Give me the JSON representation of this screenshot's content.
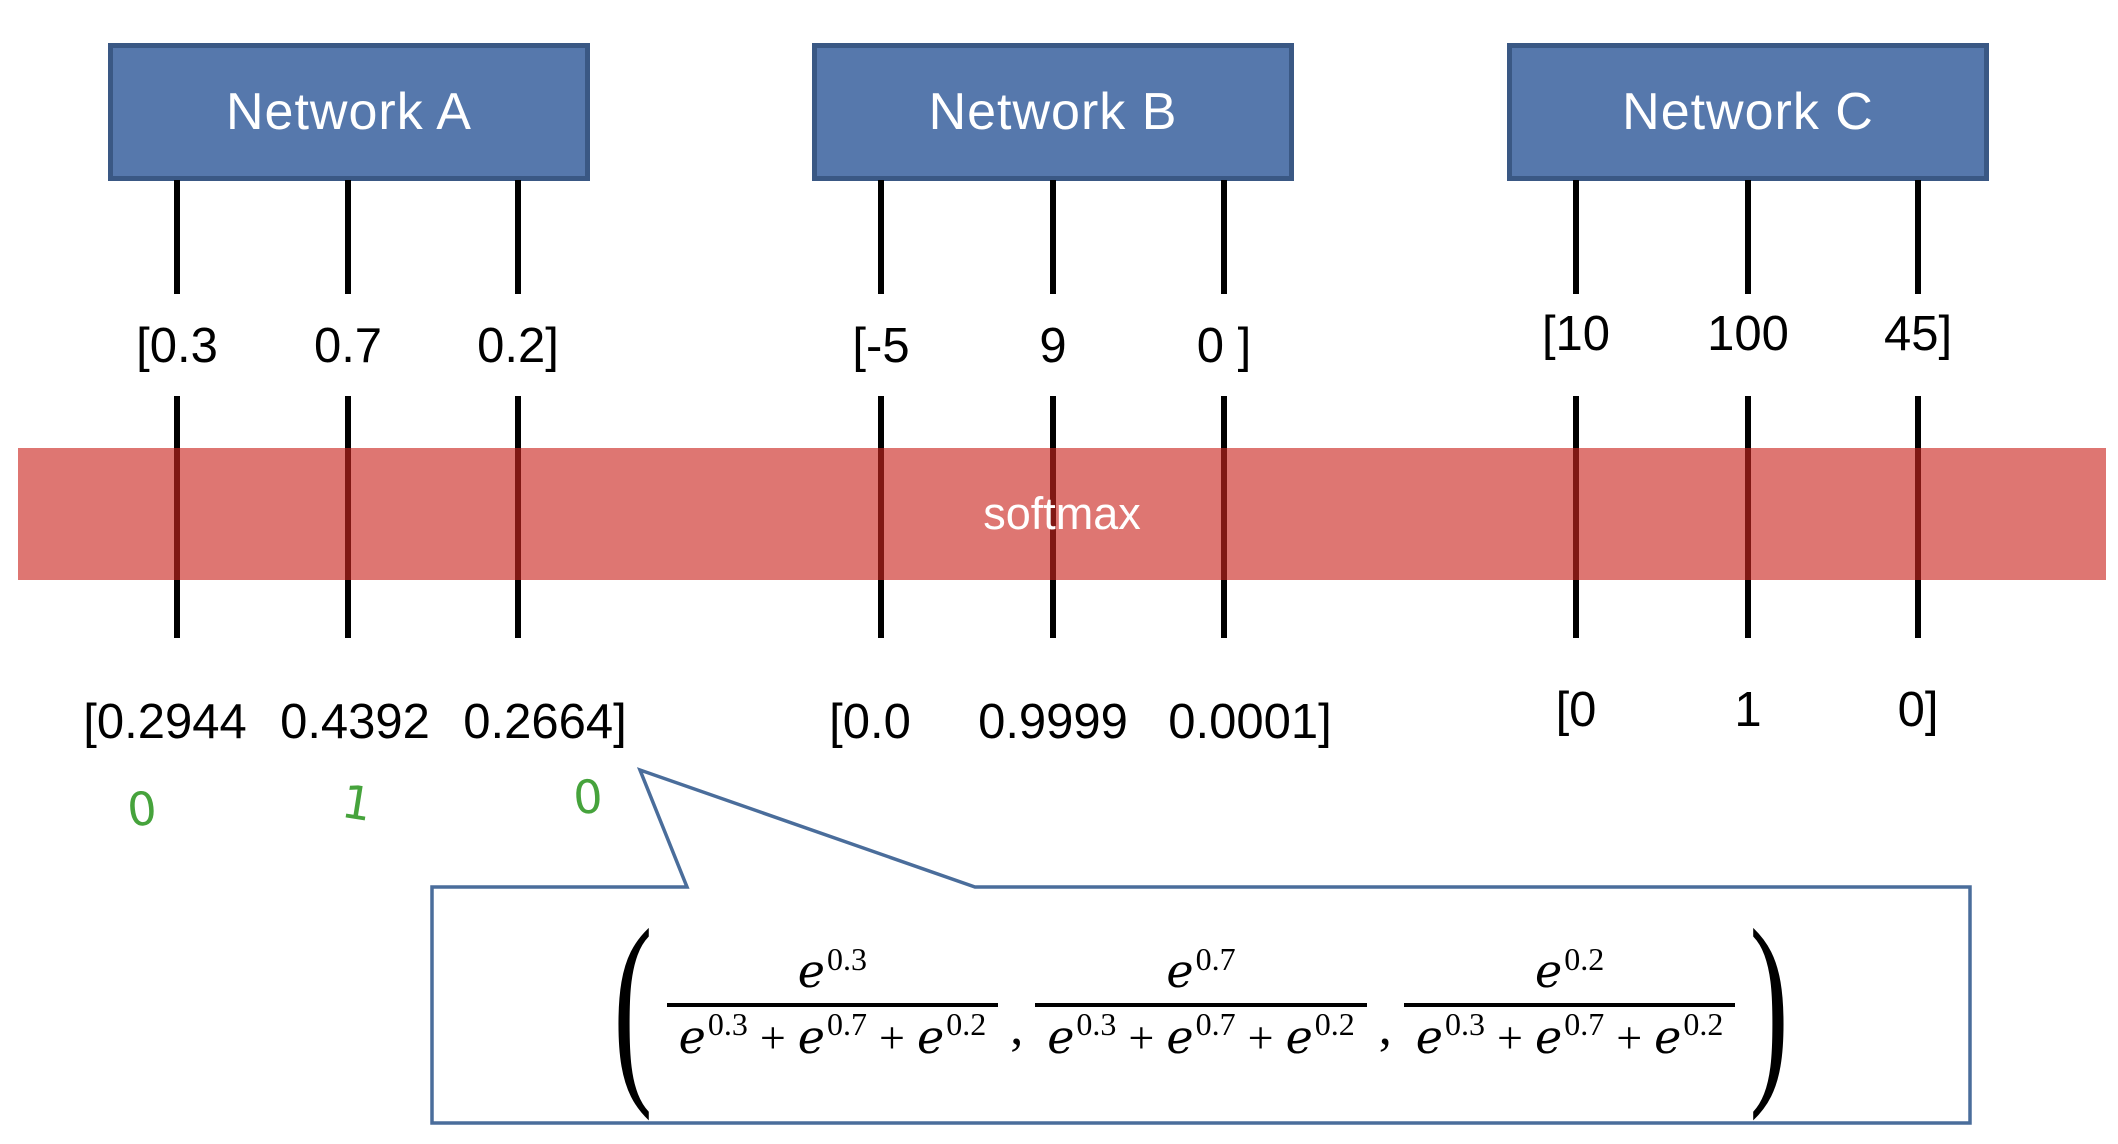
{
  "networks": [
    {
      "label": "Network A",
      "inputs": [
        "[0.3",
        "0.7",
        "0.2]"
      ],
      "outputs": [
        "[0.2944",
        "0.4392",
        "0.2664]"
      ]
    },
    {
      "label": "Network B",
      "inputs": [
        "[-5",
        "9",
        "0 ]"
      ],
      "outputs": [
        "[0.0",
        "0.9999",
        "0.0001]"
      ]
    },
    {
      "label": "Network C",
      "inputs": [
        "[10",
        "100",
        "45]"
      ],
      "outputs": [
        "[0",
        "1",
        "0]"
      ]
    }
  ],
  "softmax_label": "softmax",
  "argmax_annotation": [
    "0",
    "1",
    "0"
  ],
  "formula": {
    "open_paren": "(",
    "close_paren": ")",
    "comma": ",",
    "base": "e",
    "plus": "+",
    "numerator_exponents": [
      "0.3",
      "0.7",
      "0.2"
    ],
    "denominator_exponents": [
      "0.3",
      "0.7",
      "0.2"
    ]
  },
  "colors": {
    "network_box_fill": "#5678AC",
    "network_box_border": "#3A5884",
    "softmax_band": "rgba(203,38,31,0.63)",
    "callout_border": "#4A6D9B",
    "annotation_green": "#46A33C",
    "line_black": "#000000"
  }
}
